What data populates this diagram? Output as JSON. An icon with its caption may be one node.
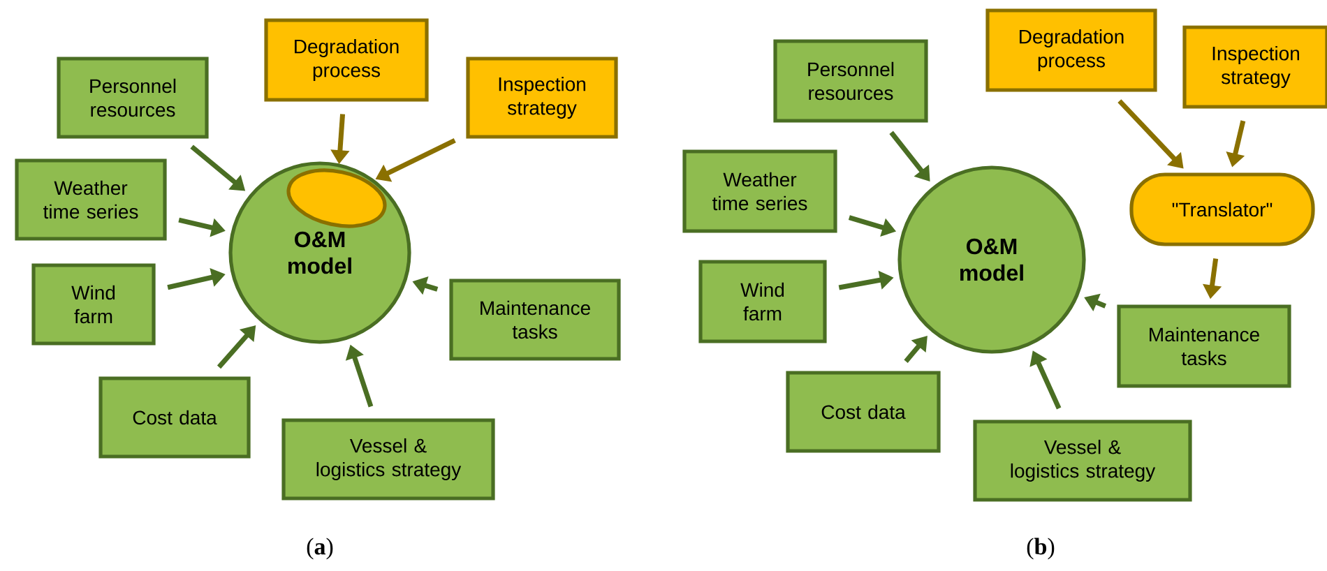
{
  "diagram": {
    "nodes": [
      {
        "text": [
          "O&M model"
        ]
      },
      {
        "text": [],
        "shape": "ellipse",
        "in": 0
      },
      {
        "text": [
          "Personnel resources"
        ]
      },
      {
        "text": [
          "Degradation process"
        ]
      },
      {
        "text": [
          "Inspection strategy"
        ]
      },
      {
        "text": [
          "Weather time series"
        ]
      },
      {
        "text": [
          "Wind farm"
        ]
      },
      {
        "text": [
          "Maintenance tasks"
        ]
      },
      {
        "text": [
          "Cost data"
        ]
      },
      {
        "text": [
          "Vessel & logistics strategy"
        ]
      },
      {
        "text": [
          "O&M model"
        ]
      },
      {
        "text": [
          "Personnel resources"
        ]
      },
      {
        "text": [
          "Degradation process"
        ]
      },
      {
        "text": [
          "Inspection strategy"
        ]
      },
      {
        "text": [
          "Weather time series"
        ]
      },
      {
        "text": [
          "\"Translator\""
        ]
      },
      {
        "text": [
          "Wind farm"
        ]
      },
      {
        "text": [
          "Maintenance tasks"
        ]
      },
      {
        "text": [
          "Cost data"
        ]
      },
      {
        "text": [
          "Vessel & logistics strategy"
        ]
      }
    ],
    "edges": [
      {
        "from": 2,
        "to": 0,
        "arrow": "to"
      },
      {
        "from": 3,
        "to": 1,
        "arrow": "to",
        "color": "#8a7000"
      },
      {
        "from": 4,
        "to": 1,
        "arrow": "to",
        "color": "#8a7000"
      },
      {
        "from": 5,
        "to": 0,
        "arrow": "to"
      },
      {
        "from": 6,
        "to": 0,
        "arrow": "to"
      },
      {
        "from": 7,
        "to": 0,
        "arrow": "to"
      },
      {
        "from": 8,
        "to": 0,
        "arrow": "to"
      },
      {
        "from": 9,
        "to": 0,
        "arrow": "to"
      },
      {
        "from": 11,
        "to": 10,
        "arrow": "to"
      },
      {
        "from": 12,
        "to": 15,
        "arrow": "to",
        "color": "#8a7000"
      },
      {
        "from": 13,
        "to": 15,
        "arrow": "to",
        "color": "#8a7000"
      },
      {
        "from": 14,
        "to": 10,
        "arrow": "to"
      },
      {
        "from": 15,
        "to": 17,
        "arrow": "to",
        "color": "#8a7000"
      },
      {
        "from": 16,
        "to": 10,
        "arrow": "to"
      },
      {
        "from": 17,
        "to": 10,
        "arrow": "to"
      },
      {
        "from": 18,
        "to": 10,
        "arrow": "to"
      },
      {
        "from": 19,
        "to": 10,
        "arrow": "to"
      }
    ],
    "labels": [
      "(**a**)",
      "(**b**)"
    ]
  }
}
